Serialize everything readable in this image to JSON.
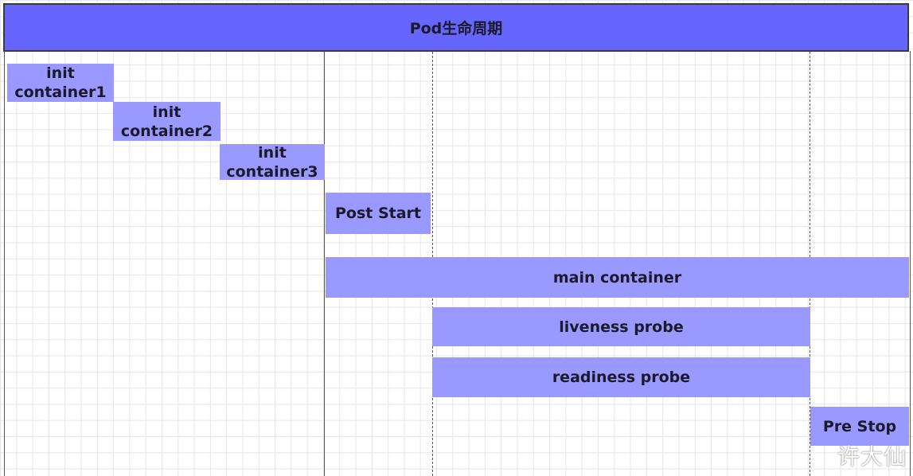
{
  "title": "Pod生命周期",
  "phases": {
    "init1": {
      "line1": "init",
      "line2": "container1"
    },
    "init2": {
      "line1": "init",
      "line2": "container2"
    },
    "init3": {
      "line1": "init",
      "line2": "container3"
    },
    "post_start": "Post Start",
    "main_container": "main container",
    "liveness_probe": "liveness probe",
    "readiness_probe": "readiness probe",
    "pre_stop": "Pre Stop"
  },
  "watermark": "许大仙",
  "colors": {
    "header_fill": "#6666ff",
    "block_fill": "#9999ff",
    "grid_line": "#e6e6e6",
    "divider_line": "#555555"
  }
}
